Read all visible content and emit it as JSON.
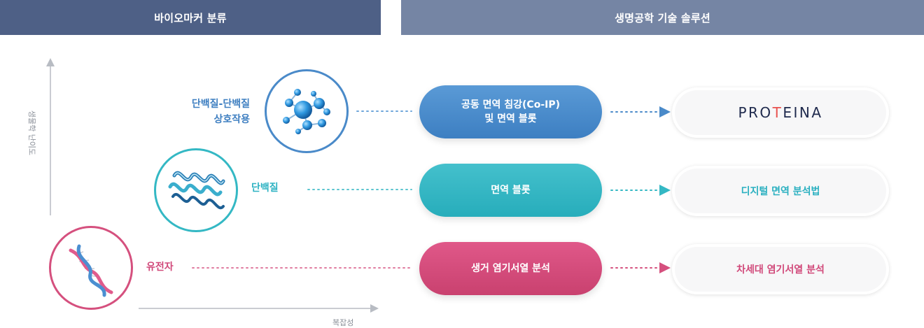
{
  "headers": {
    "left": "바이오마커 분류",
    "right": "생명공학 기술 솔루션"
  },
  "axes": {
    "y_label": "생물학 난이도",
    "x_label": "복잡성"
  },
  "biomarkers": [
    {
      "id": "ppi",
      "lines": [
        "단백질-단백질",
        "상호작용"
      ],
      "color": "#3f7fc1"
    },
    {
      "id": "protein",
      "lines": [
        "단백질"
      ],
      "color": "#2fb3c3"
    },
    {
      "id": "gene",
      "lines": [
        "유전자"
      ],
      "color": "#d1497a"
    }
  ],
  "techniques": [
    {
      "id": "ppi",
      "lines": [
        "공동 면역 침강(Co-IP)",
        "및 면역 블롯"
      ]
    },
    {
      "id": "protein",
      "lines": [
        "면역 블롯"
      ]
    },
    {
      "id": "gene",
      "lines": [
        "생거 염기서열 분석"
      ]
    }
  ],
  "solutions": {
    "ppi_logo": {
      "before": "PRO",
      "accent": "T",
      "after": "EINA"
    },
    "protein": "디지털 면역 분석법",
    "gene": "차세대 염기서열 분석"
  },
  "colors": {
    "header_left": "#4e6086",
    "header_right": "#7585a4",
    "blue": "#4a8ac9",
    "teal": "#34b8c4",
    "pink": "#d5507e"
  },
  "icons": [
    "molecule-icon",
    "protein-helix-icon",
    "dna-icon"
  ]
}
